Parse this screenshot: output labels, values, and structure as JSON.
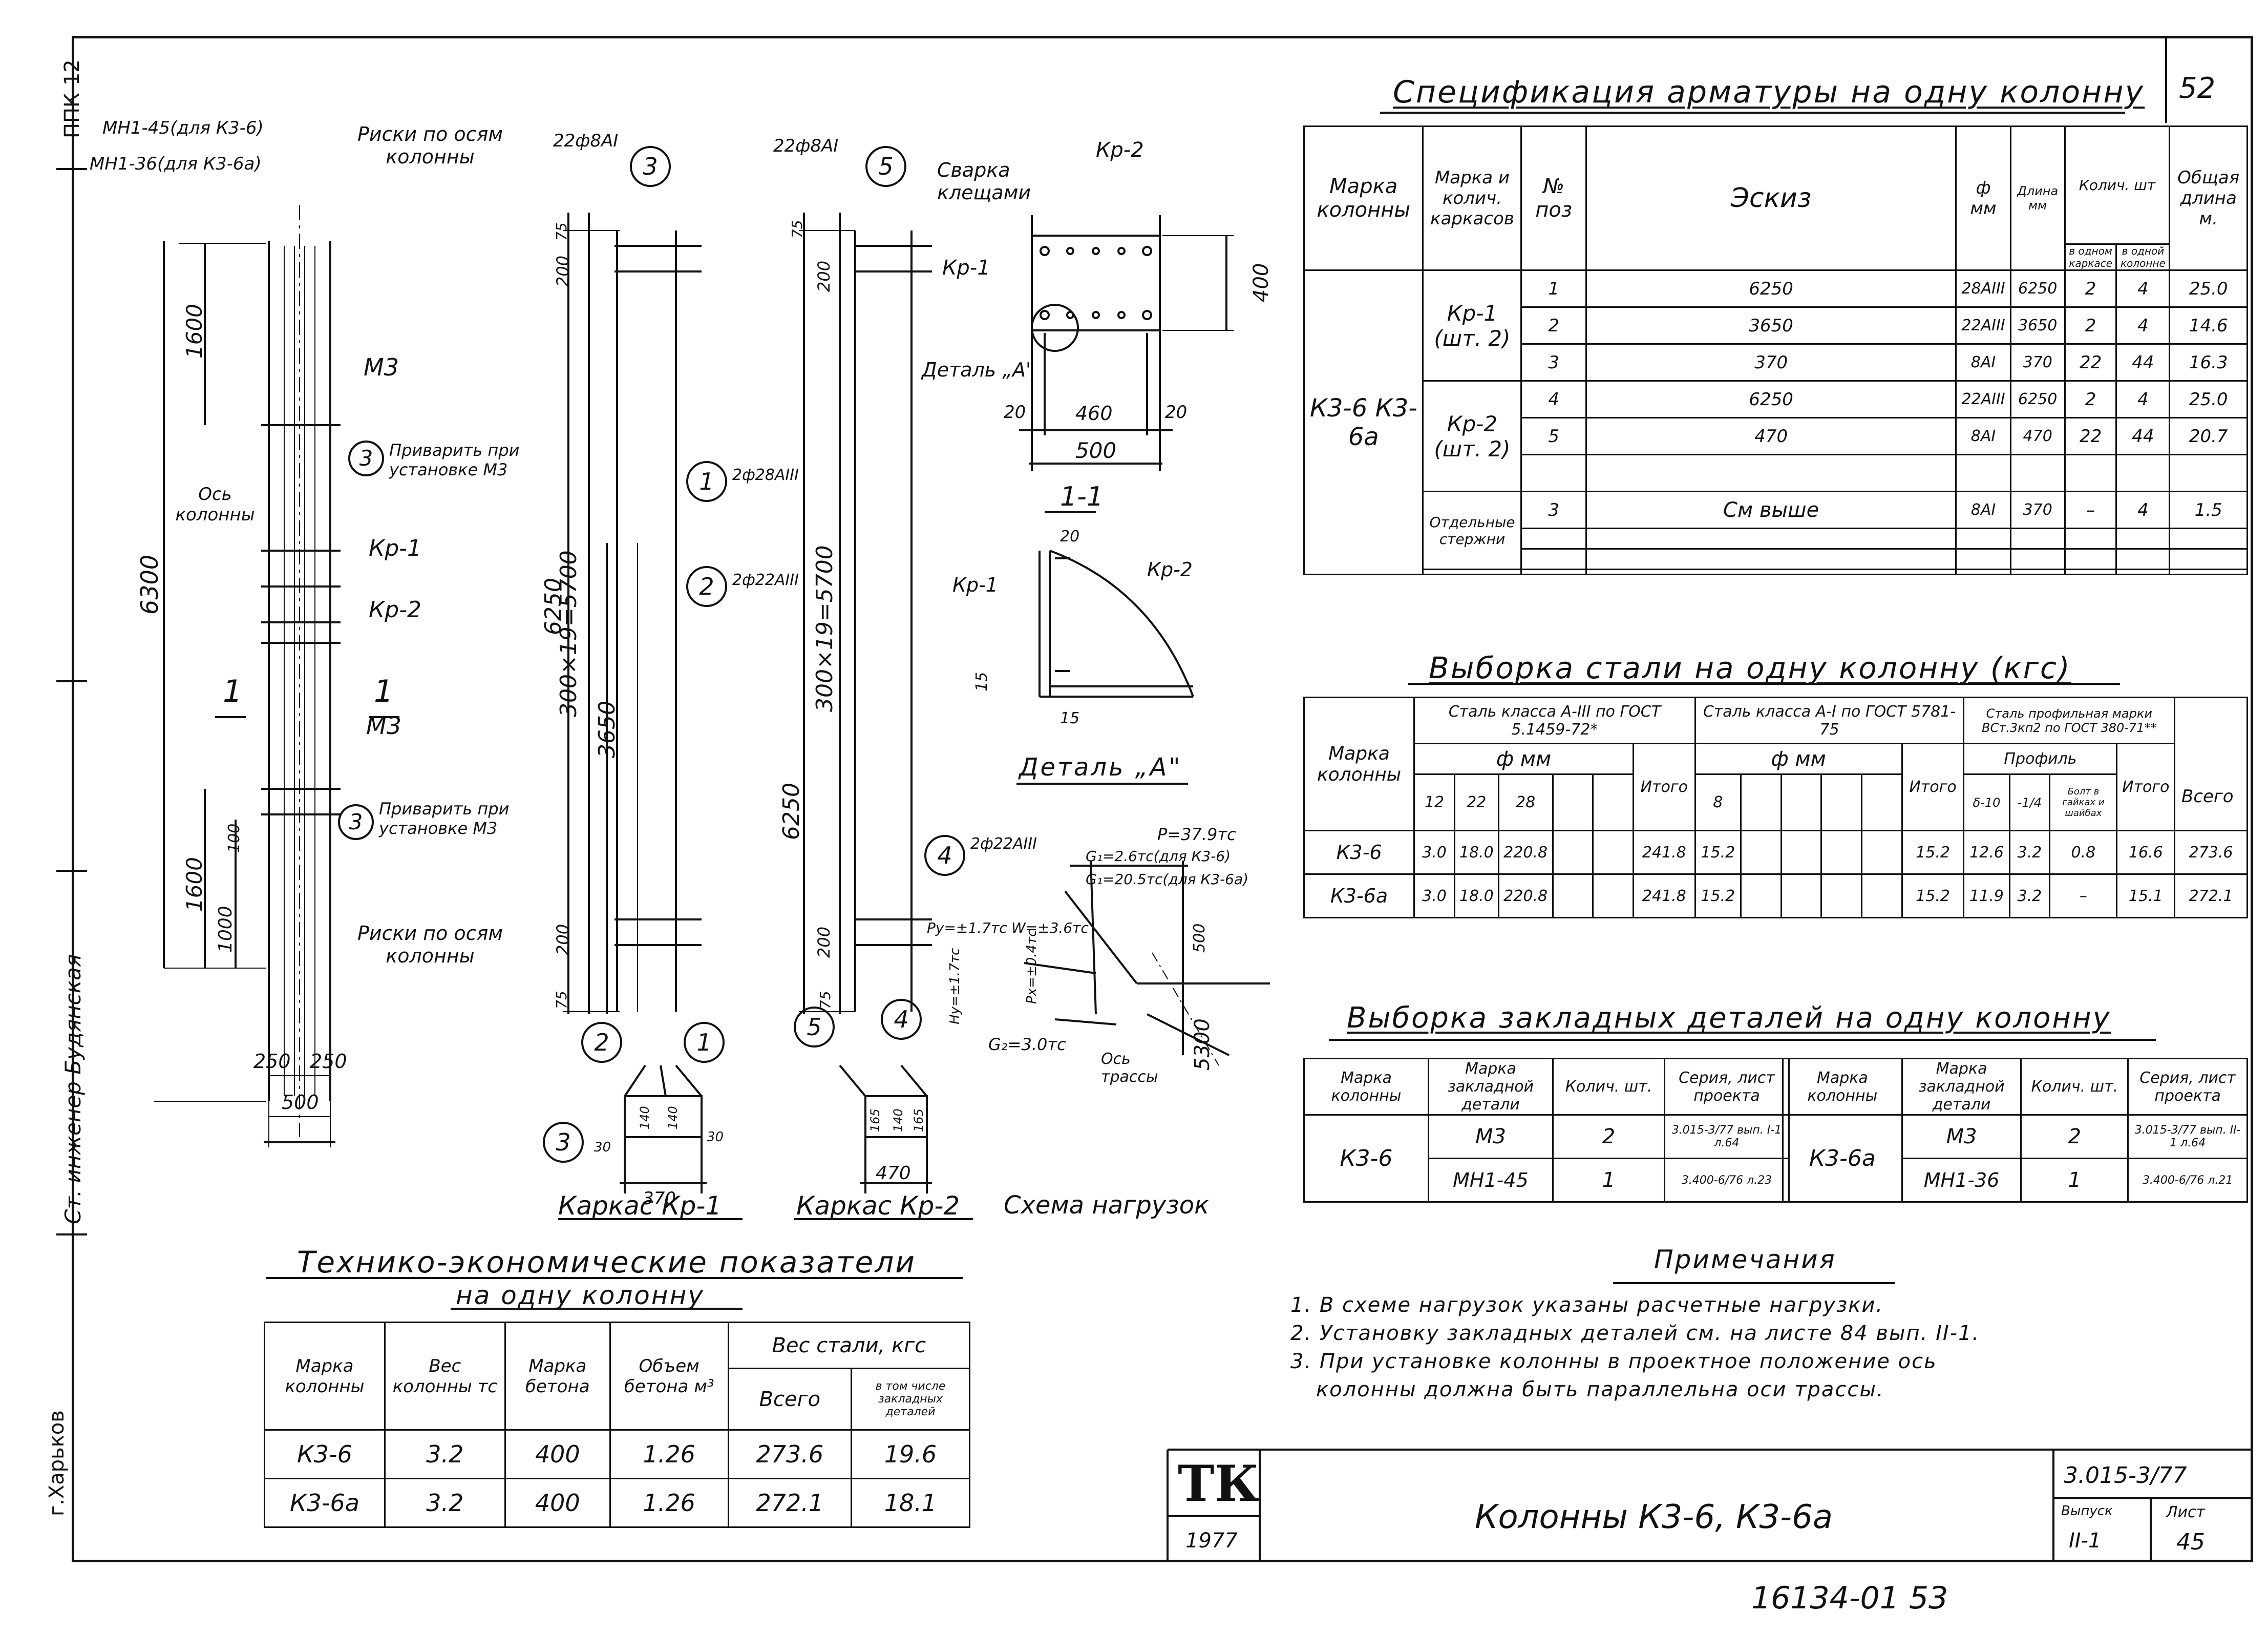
{
  "sheet_number": "52",
  "side": {
    "code": "ППК-12",
    "engineer": "Ст. инженер Будянская",
    "city": "г.Харьков"
  },
  "drawing": {
    "mn_top_1": "МН1-45(для К3-6)",
    "mn_top_2": "МН1-36(для К3-6а)",
    "riski_top": "Риски по осям колонны",
    "dim_1600_top": "1600",
    "m3_top": "М3",
    "privarit_1": "Приварить при установке М3",
    "os_kolonny": "Ось колонны",
    "dim_6300": "6300",
    "kr1_ref": "Кр-1",
    "kr2_ref": "Кр-2",
    "sec_1a": "1",
    "sec_1b": "1",
    "m3_bottom": "М3",
    "privarit_2": "Приварить при установке М3",
    "dim_1600_bot": "1600",
    "dim_1000": "1000",
    "dim_100": "100",
    "riski_bottom": "Риски по осям колонны",
    "dim_250a": "250",
    "dim_250b": "250",
    "dim_500a": "500",
    "bar3_label": "22ф8АI",
    "circle_3": "3",
    "dim_75a": "75",
    "dim_200a": "200",
    "dim_6250a": "6250",
    "dim_300x19a": "300×19=5700",
    "dim_3650": "3650",
    "circle_1": "1",
    "bar1_label": "2ф28АIII",
    "circle_2": "2",
    "bar2_label": "2ф22АIII",
    "dim_200b": "200",
    "dim_75b": "75",
    "bar5_label": "22ф8АI",
    "circle_5": "5",
    "dim_75c": "75",
    "dim_200c": "200",
    "dim_6250b": "6250",
    "dim_300x19b": "300×19=5700",
    "circle_4": "4",
    "bar4_label": "2ф22АIII",
    "dim_200d": "200",
    "dim_75d": "75",
    "svarka": "Сварка клещами",
    "kr2_top": "Кр-2",
    "kr1_sec": "Кр-1",
    "dim_400": "400",
    "detal_a_ref": "Деталь „А\"",
    "dim_20a": "20",
    "dim_460": "460",
    "dim_20b": "20",
    "dim_500b": "500",
    "sec_11": "1-1",
    "dim_20c": "20",
    "kr1_det": "Кр-1",
    "kr2_det": "Кр-2",
    "dim_15a": "15",
    "dim_15b": "15",
    "detal_a_title": "Деталь „А\"",
    "load_p": "P=37.9тс",
    "load_g1a": "G₁=2.6тс(для К3-6)",
    "load_g1b": "G₁=20.5тс(для К3-6а)",
    "load_py": "Pу=±1.7тс",
    "load_w": "W=±3.6тс",
    "load_hy": "Hу=±1.7тс",
    "load_px": "Px=±0.4тс",
    "load_g2": "G₂=3.0тс",
    "os_trassy": "Ось трассы",
    "dim_500c": "500",
    "dim_5300": "5300",
    "kr1_circ2": "2",
    "kr1_circ1": "1",
    "kr1_circ3": "3",
    "kr1_d30a": "30",
    "kr1_d140a": "140",
    "kr1_d140b": "140",
    "kr1_d30b": "30",
    "kr1_d370": "370",
    "kr2_circ5": "5",
    "kr2_circ4": "4",
    "kr2_d165a": "165",
    "kr2_d140": "140",
    "kr2_d165b": "165",
    "kr2_d470": "470",
    "caption_kr1": "Каркас Кр-1",
    "caption_kr2": "Каркас Кр-2",
    "caption_loads": "Схема нагрузок"
  },
  "spec": {
    "title": "Спецификация арматуры на одну колонну",
    "headers": {
      "marka": "Марка колонны",
      "karkas": "Марка и колич. каркасов",
      "pos": "№ поз",
      "eskiz": "Эскиз",
      "phi": "ф мм",
      "dlina": "Длина мм",
      "kol": "Колич. шт",
      "kol_a": "в одном каркасе",
      "kol_b": "в одной колонне",
      "obshch": "Общая длина м."
    },
    "col_marka": "К3-6 К3-6а",
    "group_kr1": "Кр-1 (шт. 2)",
    "group_kr2": "Кр-2 (шт. 2)",
    "group_otd": "Отдельные стержни",
    "rows": [
      {
        "pos": "1",
        "eskiz": "6250",
        "phi": "28АIII",
        "len": "6250",
        "a": "2",
        "b": "4",
        "total": "25.0"
      },
      {
        "pos": "2",
        "eskiz": "3650",
        "phi": "22АIII",
        "len": "3650",
        "a": "2",
        "b": "4",
        "total": "14.6"
      },
      {
        "pos": "3",
        "eskiz": "370",
        "phi": "8АI",
        "len": "370",
        "a": "22",
        "b": "44",
        "total": "16.3"
      },
      {
        "pos": "4",
        "eskiz": "6250",
        "phi": "22АIII",
        "len": "6250",
        "a": "2",
        "b": "4",
        "total": "25.0"
      },
      {
        "pos": "5",
        "eskiz": "470",
        "phi": "8АI",
        "len": "470",
        "a": "22",
        "b": "44",
        "total": "20.7"
      },
      {
        "pos": "3",
        "eskiz": "См выше",
        "phi": "8АI",
        "len": "370",
        "a": "–",
        "b": "4",
        "total": "1.5"
      }
    ]
  },
  "steel": {
    "title": "Выборка стали на одну колонну (кгс)",
    "h_marka": "Марка колонны",
    "h_a3": "Сталь класса А-III по ГОСТ 5.1459-72*",
    "h_a1": "Сталь класса А-I по ГОСТ 5781-75",
    "h_prof": "Сталь профильная марки ВСт.3кп2 по ГОСТ 380-71**",
    "h_phi1": "ф мм",
    "h_phi2": "ф мм",
    "h_profil": "Профиль",
    "d12": "12",
    "d22": "22",
    "d28": "28",
    "itogo1": "Итого",
    "d8": "8",
    "itogo2": "Итого",
    "p1": "δ-10",
    "p2": "-1/4",
    "p3": "Болт в гайках и шайбах",
    "itogo3": "Итого",
    "vsego": "Всего",
    "rows": [
      {
        "marka": "К3-6",
        "a": "3.0",
        "b": "18.0",
        "c": "220.8",
        "it1": "241.8",
        "d8": "15.2",
        "it2": "15.2",
        "p1": "12.6",
        "p2": "3.2",
        "p3": "0.8",
        "it3": "16.6",
        "all": "273.6"
      },
      {
        "marka": "К3-6а",
        "a": "3.0",
        "b": "18.0",
        "c": "220.8",
        "it1": "241.8",
        "d8": "15.2",
        "it2": "15.2",
        "p1": "11.9",
        "p2": "3.2",
        "p3": "–",
        "it3": "15.1",
        "all": "272.1"
      }
    ]
  },
  "embedded": {
    "title": "Выборка закладных деталей на одну колонну",
    "h_marka": "Марка колонны",
    "h_zakl": "Марка закладной детали",
    "h_kol": "Колич. шт.",
    "h_seria": "Серия, лист проекта",
    "left": {
      "marka": "К3-6",
      "rows": [
        {
          "zakl": "М3",
          "kol": "2",
          "seria": "3.015-3/77 вып. I-1 л.64"
        },
        {
          "zakl": "МН1-45",
          "kol": "1",
          "seria": "3.400-6/76 л.23"
        }
      ]
    },
    "right": {
      "marka": "К3-6а",
      "rows": [
        {
          "zakl": "М3",
          "kol": "2",
          "seria": "3.015-3/77 вып. II-1 л.64"
        },
        {
          "zakl": "МН1-36",
          "kol": "1",
          "seria": "3.400-6/76 л.21"
        }
      ]
    }
  },
  "notes": {
    "title": "Примечания",
    "items": [
      "1. В схеме нагрузок указаны расчетные нагрузки.",
      "2. Установку закладных деталей см. на листе 84 вып. II-1.",
      "3. При установке колонны в проектное положение ось",
      "колонны должна быть параллельна оси трассы."
    ]
  },
  "tep": {
    "title1": "Технико-экономические показатели",
    "title2": "на одну колонну",
    "h_marka": "Марка колонны",
    "h_ves": "Вес колонны тс",
    "h_beton": "Марка бетона",
    "h_obem": "Объем бетона м³",
    "h_steel": "Вес стали, кгс",
    "h_vsego": "Всего",
    "h_zakl": "в том числе закладных деталей",
    "rows": [
      {
        "marka": "К3-6",
        "ves": "3.2",
        "beton": "400",
        "obem": "1.26",
        "vsego": "273.6",
        "zakl": "19.6"
      },
      {
        "marka": "К3-6а",
        "ves": "3.2",
        "beton": "400",
        "obem": "1.26",
        "vsego": "272.1",
        "zakl": "18.1"
      }
    ]
  },
  "stamp": {
    "logo": "ТК",
    "year": "1977",
    "title": "Колонны К3-6, К3-6а",
    "series": "3.015-3/77",
    "vyp_label": "Выпуск",
    "vyp": "II-1",
    "list_label": "Лист",
    "list": "45"
  },
  "footer": "16134-01  53"
}
